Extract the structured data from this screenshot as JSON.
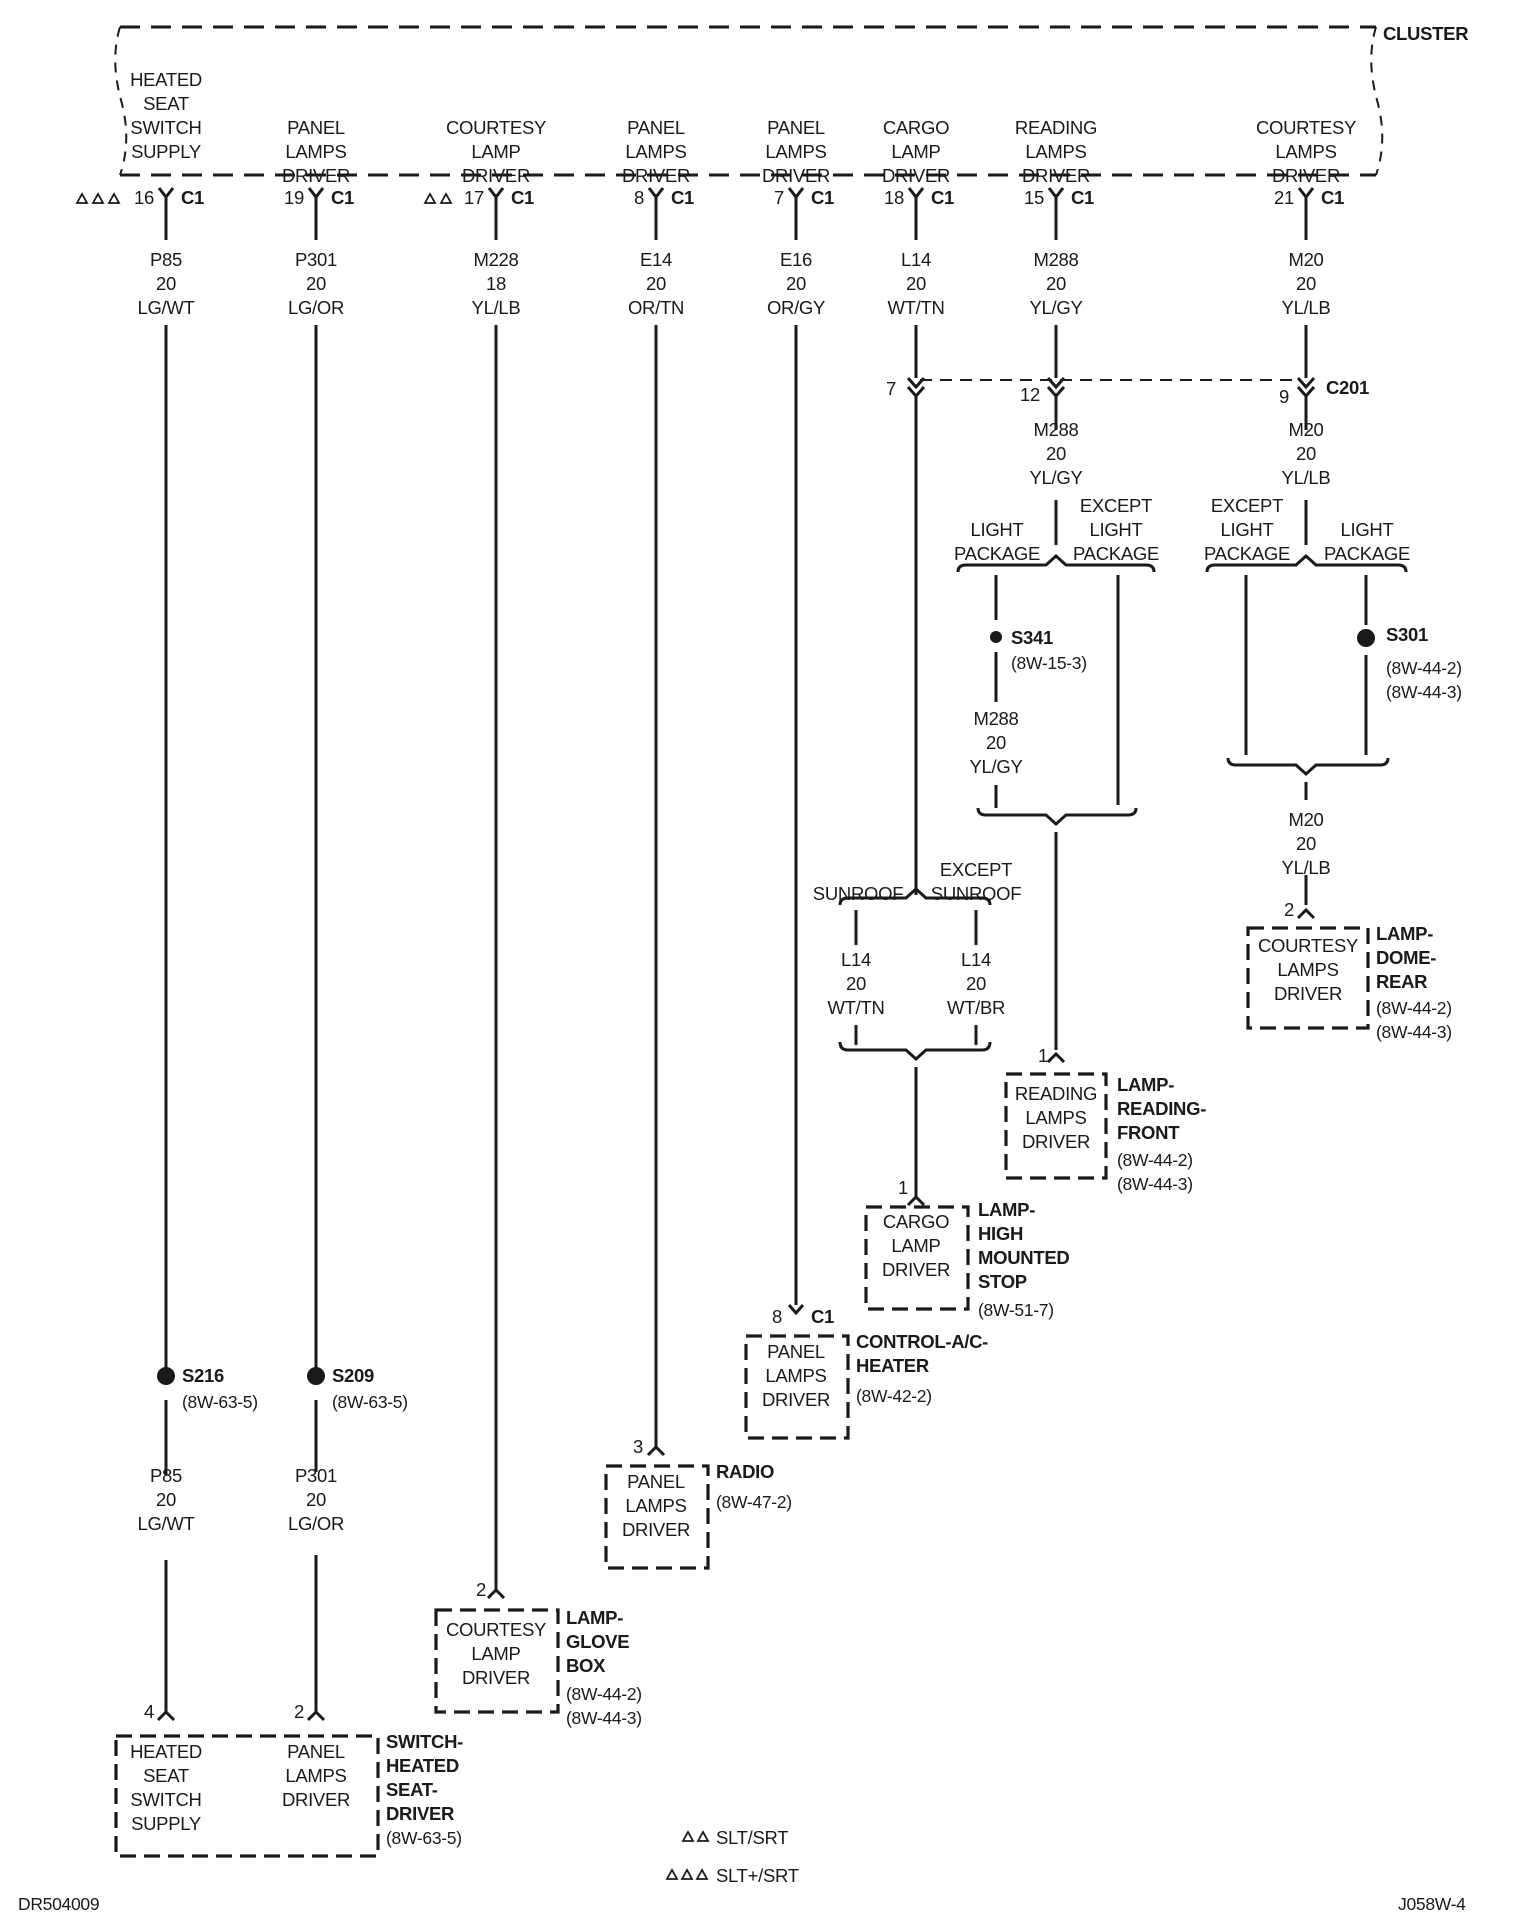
{
  "cluster": {
    "name": "CLUSTER",
    "outputs": [
      {
        "label": "HEATED SEAT SWITCH SUPPLY",
        "pin": "16",
        "conn": "C1",
        "option": "△△△"
      },
      {
        "label": "PANEL LAMPS DRIVER",
        "pin": "19",
        "conn": "C1"
      },
      {
        "label": "COURTESY LAMP DRIVER",
        "pin": "17",
        "conn": "C1",
        "option": "△△"
      },
      {
        "label": "PANEL LAMPS DRIVER",
        "pin": "8",
        "conn": "C1"
      },
      {
        "label": "PANEL LAMPS DRIVER",
        "pin": "7",
        "conn": "C1"
      },
      {
        "label": "CARGO LAMP DRIVER",
        "pin": "18",
        "conn": "C1"
      },
      {
        "label": "READING LAMPS DRIVER",
        "pin": "15",
        "conn": "C1"
      },
      {
        "label": "COURTESY LAMPS DRIVER",
        "pin": "21",
        "conn": "C1"
      }
    ]
  },
  "wires": [
    {
      "code": "P85",
      "gauge": "20",
      "color": "LG/WT"
    },
    {
      "code": "P301",
      "gauge": "20",
      "color": "LG/OR"
    },
    {
      "code": "M228",
      "gauge": "18",
      "color": "YL/LB"
    },
    {
      "code": "E14",
      "gauge": "20",
      "color": "OR/TN"
    },
    {
      "code": "E16",
      "gauge": "20",
      "color": "OR/GY"
    },
    {
      "code": "L14",
      "gauge": "20",
      "color": "WT/TN"
    },
    {
      "code": "M288",
      "gauge": "20",
      "color": "YL/GY"
    },
    {
      "code": "M20",
      "gauge": "20",
      "color": "YL/LB"
    },
    {
      "code": "M288",
      "gauge": "20",
      "color": "YL/GY"
    },
    {
      "code": "M20",
      "gauge": "20",
      "color": "YL/LB"
    },
    {
      "code": "M288",
      "gauge": "20",
      "color": "YL/GY"
    },
    {
      "code": "M20",
      "gauge": "20",
      "color": "YL/LB"
    },
    {
      "code": "L14",
      "gauge": "20",
      "color": "WT/TN"
    },
    {
      "code": "L14",
      "gauge": "20",
      "color": "WT/BR"
    },
    {
      "code": "P85",
      "gauge": "20",
      "color": "LG/WT"
    },
    {
      "code": "P301",
      "gauge": "20",
      "color": "LG/OR"
    }
  ],
  "c201": {
    "name": "C201",
    "pins": [
      "7",
      "12",
      "9"
    ]
  },
  "branches": {
    "light_package": "LIGHT\nPACKAGE",
    "except_light_package": "EXCEPT\nLIGHT\nPACKAGE",
    "sunroof": "SUNROOF",
    "except_sunroof": "EXCEPT\nSUNROOF"
  },
  "splices": [
    {
      "name": "S341",
      "ref": "(8W-15-3)"
    },
    {
      "name": "S301",
      "ref": "(8W-44-2)\n(8W-44-3)"
    },
    {
      "name": "S216",
      "ref": "(8W-63-5)"
    },
    {
      "name": "S209",
      "ref": "(8W-63-5)"
    }
  ],
  "components": [
    {
      "id": "lamp-dome-rear",
      "box": "COURTESY\nLAMPS\nDRIVER",
      "pin": "2",
      "name": "LAMP-\nDOME-\nREAR",
      "refs": "(8W-44-2)\n(8W-44-3)"
    },
    {
      "id": "lamp-reading-front",
      "box": "READING\nLAMPS\nDRIVER",
      "pin": "1",
      "name": "LAMP-\nREADING-\nFRONT",
      "refs": "(8W-44-2)\n(8W-44-3)"
    },
    {
      "id": "lamp-high-mounted-stop",
      "box": "CARGO\nLAMP\nDRIVER",
      "pin": "1",
      "name": "LAMP-\nHIGH\nMOUNTED\nSTOP",
      "refs": "(8W-51-7)"
    },
    {
      "id": "control-ac-heater",
      "box": "PANEL\nLAMPS\nDRIVER",
      "pin": "8",
      "conn": "C1",
      "name": "CONTROL-A/C-\nHEATER",
      "refs": "(8W-42-2)"
    },
    {
      "id": "radio",
      "box": "PANEL\nLAMPS\nDRIVER",
      "pin": "3",
      "name": "RADIO",
      "refs": "(8W-47-2)"
    },
    {
      "id": "lamp-glove-box",
      "box": "COURTESY\nLAMP\nDRIVER",
      "pin": "2",
      "name": "LAMP-\nGLOVE\nBOX",
      "refs": "(8W-44-2)\n(8W-44-3)"
    },
    {
      "id": "switch-heated-seat-driver",
      "box_left": "HEATED\nSEAT\nSWITCH\nSUPPLY",
      "box_right": "PANEL\nLAMPS\nDRIVER",
      "pin_left": "4",
      "pin_right": "2",
      "name": "SWITCH-\nHEATED\nSEAT-\nDRIVER",
      "refs": "(8W-63-5)"
    }
  ],
  "legend": [
    {
      "symbol": "△△",
      "text": "SLT/SRT"
    },
    {
      "symbol": "△△△",
      "text": "SLT+/SRT"
    }
  ],
  "footer": {
    "left": "DR504009",
    "right": "J058W-4"
  }
}
